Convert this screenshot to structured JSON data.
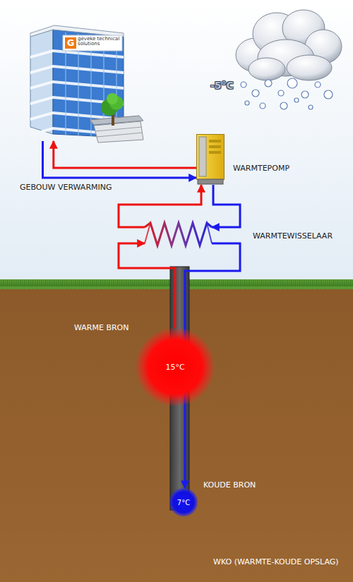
{
  "diagram": {
    "nodes": [
      {
        "text": [
          "G",
          "geveke technical solutions"
        ]
      },
      {
        "text": [
          "WARMTEPOMP"
        ]
      },
      {
        "text": [
          "WARMTEWISSELAAR"
        ]
      },
      {
        "text": [
          "WARME BRON",
          "15°C"
        ]
      },
      {
        "text": [
          "KOUDE BRON",
          "7°C"
        ]
      }
    ],
    "edges": [
      {
        "from": 1,
        "to": 0,
        "arrow": "to"
      },
      {
        "from": 0,
        "to": 1,
        "arrow": "to"
      },
      {
        "from": 2,
        "to": 1,
        "arrow": "to"
      },
      {
        "from": 1,
        "to": 2,
        "arrow": "to"
      },
      {
        "from": 3,
        "to": 2,
        "arrow": "to"
      },
      {
        "from": 2,
        "to": 4,
        "arrow": "to"
      }
    ],
    "labels": [
      "-5°C",
      "GEBOUW VERWARMING",
      "WKO (WARMTE-KOUDE OPSLAG)"
    ]
  }
}
